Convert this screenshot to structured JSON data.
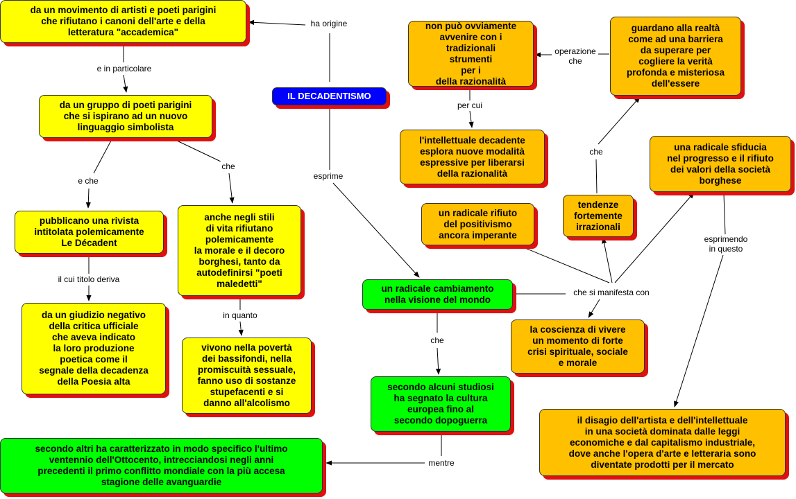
{
  "title": "IL DECADENTISMO",
  "nodes": {
    "origine": "da un movimento di artisti e poeti  parigini\nche rifiutano i canoni dell'arte e della\nletteratura \"accademica\"",
    "poeti": "da un gruppo di poeti parigini\nche si ispirano ad un nuovo\nlinguaggio simbolista",
    "rivista": "pubblicano una rivista\nintitolata polemicamente\nLe Décadent",
    "giudizio": "da un giudizio negativo\ndella critica ufficiale\nche aveva indicato\nla loro produzione\npoetica come il\nsegnale della decadenza\ndella Poesia alta",
    "stili": "anche negli stili\ndi vita rifiutano\npolemicamente\nla morale e il decoro\nborghesi, tanto da\nautodefinirsi \"poeti\nmaledetti\"",
    "poverta": "vivono nella povertà\ndei bassifondi, nella\npromiscuità sessuale,\nfanno uso di sostanze\nstupefacenti e si\ndanno all'alcolismo",
    "altri": "secondo altri ha caratterizzato in modo specifico l'ultimo\nventennio dell'Ottocento, intrecciandosi negli anni\nprecedenti il primo conflitto mondiale con la più accesa\nstagione delle avanguardie",
    "non_puo": "non può ovviamente\navvenire con i\ntradizionali\nstrumenti\nper i\ndella razionalità",
    "intellettuale": "l'intellettuale decadente\nesplora nuove modalità\nespressive per liberarsi\ndella razionalità",
    "guardano": "guardano alla realtà\ncome ad una barriera\nda superare per\ncogliere la verità\nprofonda e misteriosa\ndell'essere",
    "sfiducia": "una radicale sfiducia\nnel progresso e il rifiuto\ndei valori della società\nborghese",
    "rifiuto_pos": "un radicale rifiuto\ndel positivismo\nancora imperante",
    "tendenze": "tendenze\nfortemente\nirrazionali",
    "cambiamento": "un radicale cambiamento\nnella visione del mondo",
    "coscienza": "la coscienza di vivere\nun momento di forte\ncrisi spirituale, sociale\ne morale",
    "studiosi": "secondo alcuni studiosi\nha segnato la cultura\neuropea fino al\nsecondo dopoguerra",
    "disagio": "il disagio dell'artista e dell'intellettuale\nin una società dominata dalle leggi\neconomiche e dal capitalismo industriale,\ndove anche l'opera d'arte e letteraria sono\ndiventate prodotti per il mercato"
  },
  "labels": {
    "ha_origine": "ha origine",
    "in_particolare": "e in particolare",
    "e_che": "e che",
    "che_poeti": "che",
    "titolo": "il cui titolo deriva",
    "in_quanto": "in quanto",
    "esprime": "esprime",
    "per_cui": "per cui",
    "operazione": "operazione\nche",
    "che_tendenze": "che",
    "esprimendo": "esprimendo\nin questo",
    "si_manifesta": "che si manifesta con",
    "che_studiosi": "che",
    "mentre": "mentre"
  },
  "colors": {
    "yellow": "#ffff00",
    "orange": "#ffc000",
    "green": "#00ff00",
    "blue": "#0000ff",
    "shadow": "#e01010"
  }
}
